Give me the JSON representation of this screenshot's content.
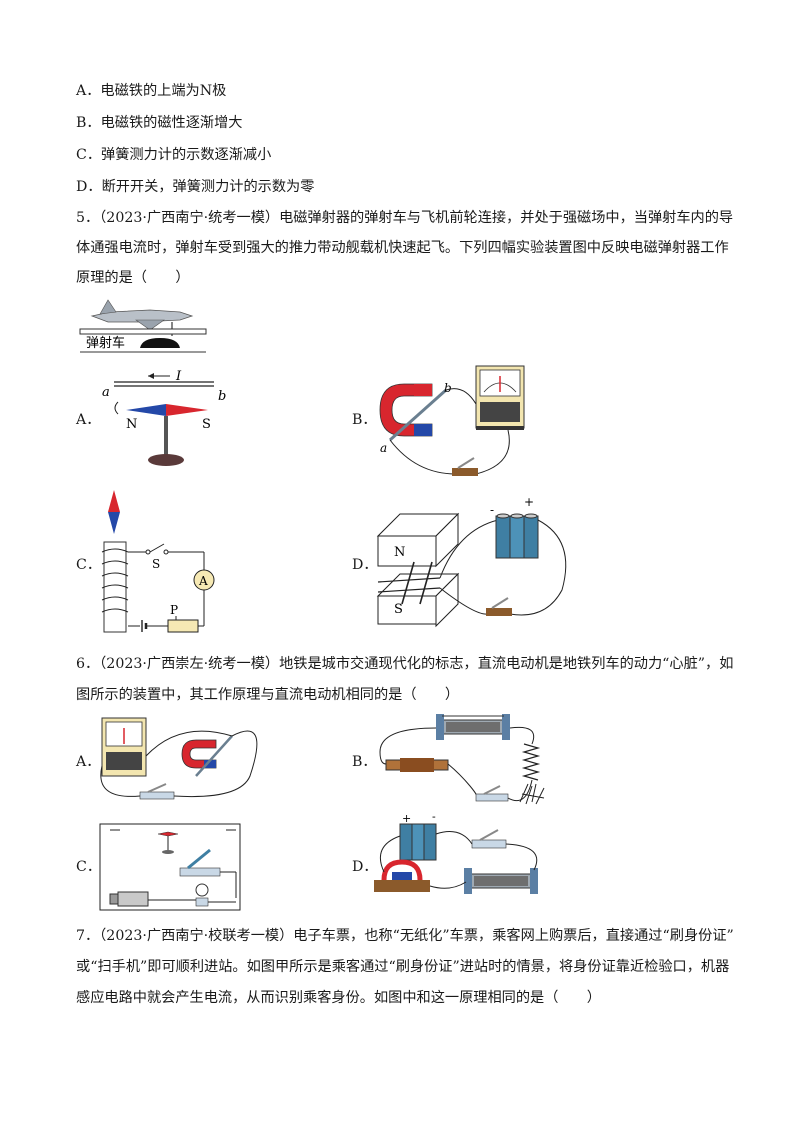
{
  "q4_options": [
    "A．电磁铁的上端为N极",
    "B．电磁铁的磁性逐渐增大",
    "C．弹簧测力计的示数逐渐减小",
    "D．断开开关，弹簧测力计的示数为零"
  ],
  "q5": {
    "lines": [
      "5．（2023·广西南宁·统考一模）电磁弹射器的弹射车与飞机前轮连接，并处于强磁场中，当弹射车内的导",
      "体通强电流时，弹射车受到强大的推力带动舰载机快速起飞。下列四幅实验装置图中反映电磁弹射器工作",
      "原理的是（　　）"
    ],
    "figure_label": "弹射车",
    "options": [
      "A．",
      "B．",
      "C．",
      "D．"
    ],
    "figA": {
      "a": "a",
      "b": "b",
      "current": "I",
      "n": "N",
      "s": "S"
    },
    "figB": {
      "a": "a",
      "b": "b"
    },
    "figC": {
      "s": "S",
      "p": "P",
      "meter": "A"
    },
    "figD": {
      "n": "N",
      "s": "S",
      "minus": "-",
      "plus": "+"
    }
  },
  "q6": {
    "lines": [
      "6．（2023·广西崇左·统考一模）地铁是城市交通现代化的标志，直流电动机是地铁列车的动力“心脏”，如",
      "图所示的装置中，其工作原理与直流电动机相同的是（　　）"
    ],
    "options": [
      "A．",
      "B．",
      "C．",
      "D．"
    ]
  },
  "q7": {
    "lines": [
      "7．（2023·广西南宁·校联考一模）电子车票，也称“无纸化”车票，乘客网上购票后，直接通过“刷身份证”",
      "或“扫手机”即可顺利进站。如图甲所示是乘客通过“刷身份证”进站时的情景，将身份证靠近检验口，机器",
      "感应电路中就会产生电流，从而识别乘客身份。如图中和这一原理相同的是（　　）"
    ]
  },
  "colors": {
    "red": "#d8262e",
    "blue": "#2448a8",
    "wood": "#8b5a2b",
    "meter_face": "#f3e6b0"
  }
}
